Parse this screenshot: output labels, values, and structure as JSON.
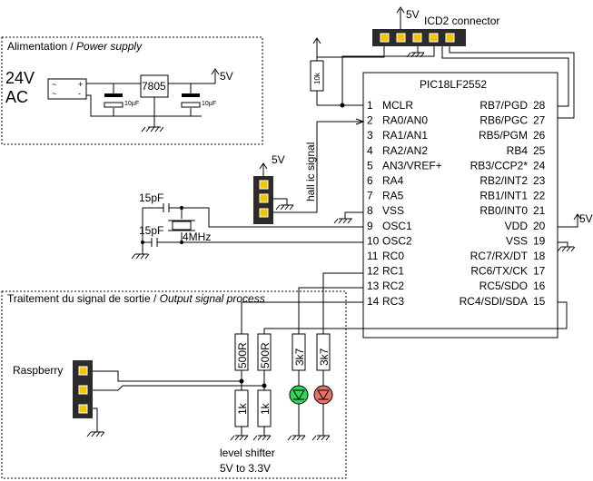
{
  "power_section": {
    "title_fr": "Alimentation / ",
    "title_en": "Power supply",
    "input_v": "24V",
    "input_ac": "AC",
    "regulator": "7805",
    "cap1": "10µF",
    "cap2": "10µF",
    "out": "5V"
  },
  "output_section": {
    "title_fr": "Traitement du signal de sortie / ",
    "title_en": "Output signal process",
    "raspberry": "Raspberry",
    "r1": "500R",
    "r2": "500R",
    "r3": "3k7",
    "r4": "3k7",
    "r5": "1k",
    "r6": "1k",
    "level1": "level shifter",
    "level2": "5V to 3.3V"
  },
  "icd": {
    "label": "ICD2  connector",
    "v": "5V",
    "pullup": "10k"
  },
  "hall": {
    "label": "hall ic signal",
    "v": "5V"
  },
  "osc": {
    "c1": "15pF",
    "c2": "15pF",
    "xtal": "4MHz"
  },
  "mcu": {
    "name": "PIC18LF2552",
    "left_pins": [
      {
        "num": "1",
        "name": "MCLR"
      },
      {
        "num": "2",
        "name": "RA0/AN0"
      },
      {
        "num": "3",
        "name": "RA1/AN1"
      },
      {
        "num": "4",
        "name": "RA2/AN2"
      },
      {
        "num": "5",
        "name": "AN3/VREF+"
      },
      {
        "num": "6",
        "name": "RA4"
      },
      {
        "num": "7",
        "name": "RA5"
      },
      {
        "num": "8",
        "name": "VSS"
      },
      {
        "num": "9",
        "name": "OSC1"
      },
      {
        "num": "10",
        "name": "OSC2"
      },
      {
        "num": "11",
        "name": "RC0"
      },
      {
        "num": "12",
        "name": "RC1"
      },
      {
        "num": "13",
        "name": "RC2"
      },
      {
        "num": "14",
        "name": "RC3"
      }
    ],
    "right_pins": [
      {
        "num": "28",
        "name": "RB7/PGD"
      },
      {
        "num": "27",
        "name": "RB6/PGC"
      },
      {
        "num": "26",
        "name": "RB5/PGM"
      },
      {
        "num": "25",
        "name": "RB4"
      },
      {
        "num": "24",
        "name": "RB3/CCP2*"
      },
      {
        "num": "23",
        "name": "RB2/INT2"
      },
      {
        "num": "22",
        "name": "RB1/INT1"
      },
      {
        "num": "21",
        "name": "RB0/INT0"
      },
      {
        "num": "20",
        "name": "VDD"
      },
      {
        "num": "19",
        "name": "VSS"
      },
      {
        "num": "18",
        "name": "RC7/RX/DT"
      },
      {
        "num": "17",
        "name": "RC6/TX/CK"
      },
      {
        "num": "16",
        "name": "RC5/SDO"
      },
      {
        "num": "15",
        "name": "RC4/SDI/SDA"
      }
    ],
    "vdd_label": "5V"
  },
  "colors": {
    "connector_body": "#2b2b2b",
    "pin_fill": "#f5c400",
    "led_green": "#2fd65a",
    "led_red": "#e8706a"
  }
}
